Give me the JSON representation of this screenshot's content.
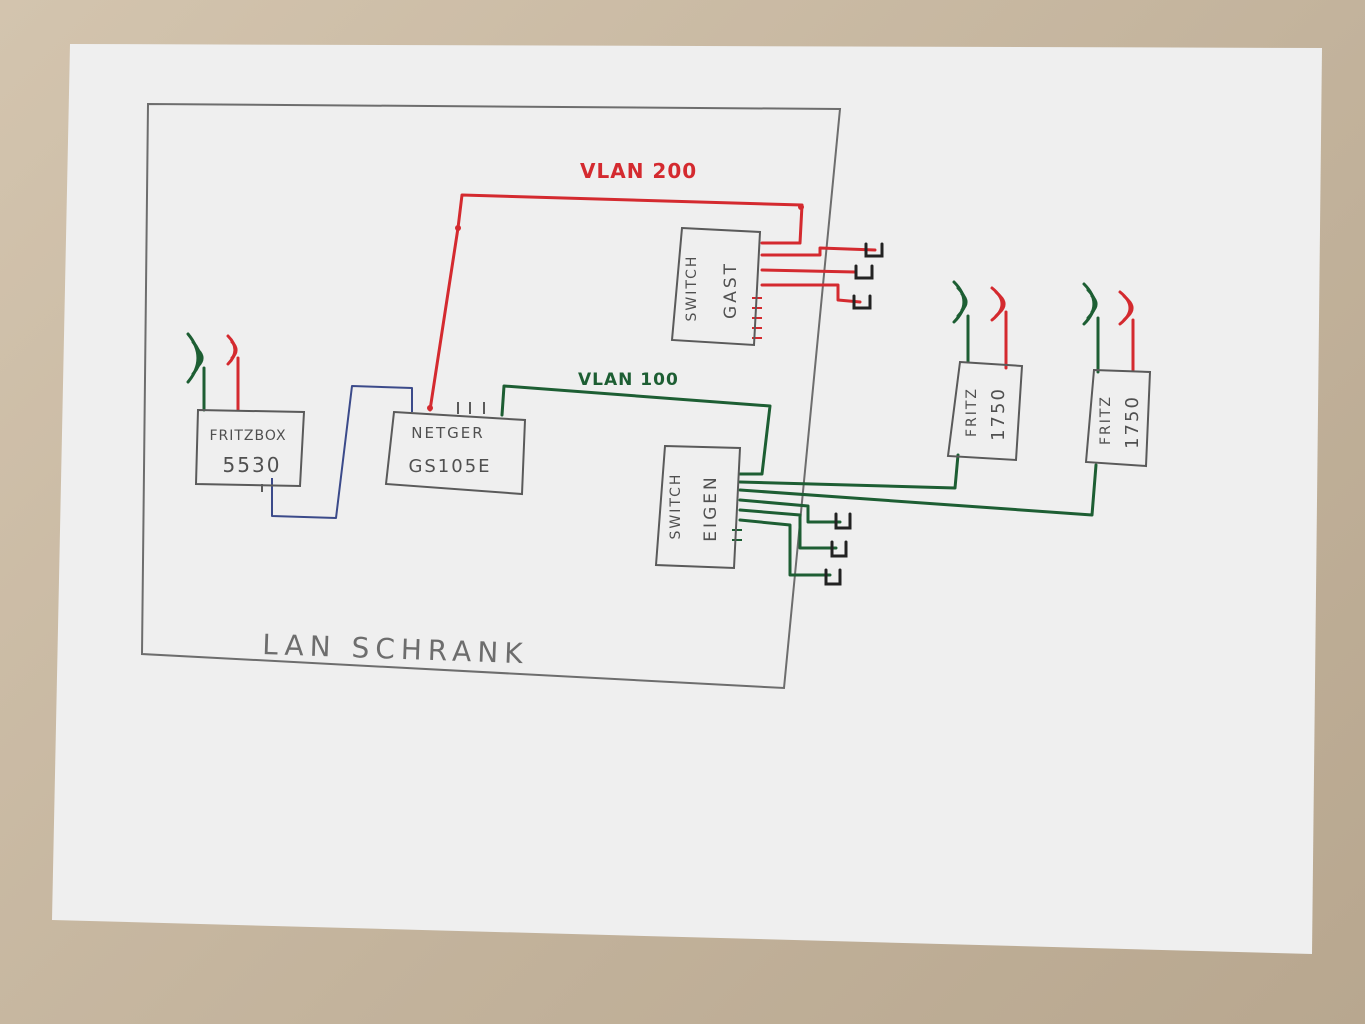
{
  "colors": {
    "paper": "#efefef",
    "pencil": "#6d6d6d",
    "red": "#d42a2f",
    "green": "#1d5e33",
    "ink": "#505050"
  },
  "cabinet_label": "LAN SCHRANK",
  "vlans": {
    "guest": "VLAN 200",
    "own": "VLAN 100"
  },
  "devices": {
    "fritzbox": {
      "line1": "FRITZBOX",
      "line2": "5530"
    },
    "netgear": {
      "line1": "NETGER",
      "line2": "GS105E"
    },
    "switch_gast": {
      "line1": "SWITCH",
      "line2": "GAST"
    },
    "switch_eigen": {
      "line1": "SWITCH",
      "line2": "EIGEN"
    },
    "fritz_ap_1": {
      "line1": "FRITZ",
      "line2": "1750"
    },
    "fritz_ap_2": {
      "line1": "FRITZ",
      "line2": "1750"
    }
  }
}
